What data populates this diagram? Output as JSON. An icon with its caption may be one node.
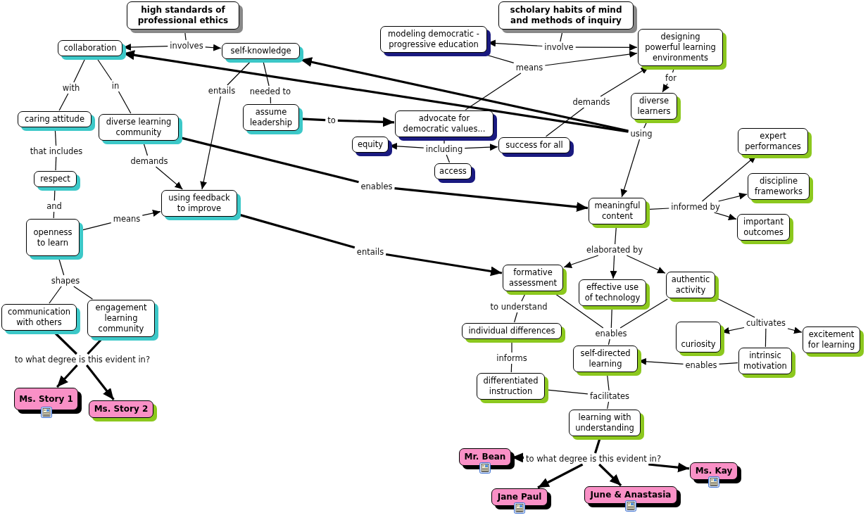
{
  "diagram": {
    "nodes": [
      {
        "text": [
          "high standards of professional ethics"
        ]
      },
      {
        "text": [
          "collaboration"
        ]
      },
      {
        "text": [
          "self-knowledge"
        ]
      },
      {
        "text": [
          "scholary habits of mind and methods of inquiry"
        ]
      },
      {
        "text": [
          "modeling democratic - progressive education"
        ]
      },
      {
        "text": [
          "designing powerful learning environments"
        ]
      },
      {
        "text": [
          "caring attitude"
        ]
      },
      {
        "text": [
          "diverse learning community"
        ]
      },
      {
        "text": [
          "assume leadership"
        ]
      },
      {
        "text": [
          "advocate for democratic values..."
        ]
      },
      {
        "text": [
          "diverse learners"
        ]
      },
      {
        "text": [
          "equity"
        ]
      },
      {
        "text": [
          "success for all"
        ]
      },
      {
        "text": [
          "access"
        ]
      },
      {
        "text": [
          "expert performances"
        ]
      },
      {
        "text": [
          "respect"
        ]
      },
      {
        "text": [
          "using feedback to improve"
        ]
      },
      {
        "text": [
          "meaningful content"
        ]
      },
      {
        "text": [
          "discipline frameworks"
        ]
      },
      {
        "text": [
          "important outcomes"
        ]
      },
      {
        "text": [
          "openness to learn"
        ]
      },
      {
        "text": [
          "formative assessment"
        ]
      },
      {
        "text": [
          "effective use of technology"
        ]
      },
      {
        "text": [
          "authentic activity"
        ]
      },
      {
        "text": [
          "communication with others"
        ]
      },
      {
        "text": [
          "engagement learning community"
        ]
      },
      {
        "text": [
          "individual differences"
        ]
      },
      {
        "text": [
          "curiosity"
        ]
      },
      {
        "text": [
          "excitement for learning"
        ]
      },
      {
        "text": [
          "self-directed learning"
        ]
      },
      {
        "text": [
          "intrinsic motivation"
        ]
      },
      {
        "text": [
          "differentiated instruction"
        ]
      },
      {
        "text": [
          "learning with understanding"
        ]
      },
      {
        "text": [
          "Ms. Story 1"
        ]
      },
      {
        "text": [
          "Ms. Story 2"
        ]
      },
      {
        "text": [
          "Mr. Bean"
        ]
      },
      {
        "text": [
          "Ms. Kay"
        ]
      },
      {
        "text": [
          "Jane Paul"
        ]
      },
      {
        "text": [
          "June & Anastasia"
        ]
      },
      {
        "text": [
          "involves"
        ]
      },
      {
        "text": [
          "involve"
        ]
      },
      {
        "text": [
          "means"
        ]
      },
      {
        "text": [
          "with"
        ]
      },
      {
        "text": [
          "in"
        ]
      },
      {
        "text": [
          "entails"
        ]
      },
      {
        "text": [
          "needed to"
        ]
      },
      {
        "text": [
          "to"
        ]
      },
      {
        "text": [
          "demands"
        ]
      },
      {
        "text": [
          "for"
        ]
      },
      {
        "text": [
          "using"
        ]
      },
      {
        "text": [
          "including"
        ]
      },
      {
        "text": [
          "that includes"
        ]
      },
      {
        "text": [
          "demands"
        ]
      },
      {
        "text": [
          "enables"
        ]
      },
      {
        "text": [
          "and"
        ]
      },
      {
        "text": [
          "means"
        ]
      },
      {
        "text": [
          "informed by"
        ]
      },
      {
        "text": [
          "elaborated by"
        ]
      },
      {
        "text": [
          "entails"
        ]
      },
      {
        "text": [
          "shapes"
        ]
      },
      {
        "text": [
          "to understand"
        ]
      },
      {
        "text": [
          "enables"
        ]
      },
      {
        "text": [
          "cultivates"
        ]
      },
      {
        "text": [
          "informs"
        ]
      },
      {
        "text": [
          "enables"
        ]
      },
      {
        "text": [
          "to what degree is this evident in?"
        ]
      },
      {
        "text": [
          "facilitates"
        ]
      },
      {
        "text": [
          "to what degree is this evident in?"
        ]
      }
    ],
    "edges": [
      {
        "from": 0,
        "to": 39,
        "arrow": "none"
      },
      {
        "from": 39,
        "to": 1,
        "arrow": "to"
      },
      {
        "from": 39,
        "to": 2,
        "arrow": "to"
      },
      {
        "from": 3,
        "to": 40,
        "arrow": "none"
      },
      {
        "from": 40,
        "to": 4,
        "arrow": "to"
      },
      {
        "from": 40,
        "to": 5,
        "arrow": "to"
      },
      {
        "from": 4,
        "to": 41,
        "arrow": "none"
      },
      {
        "from": 9,
        "to": 41,
        "arrow": "none"
      },
      {
        "from": 41,
        "to": 5,
        "arrow": "to"
      },
      {
        "from": 1,
        "to": 42,
        "arrow": "none"
      },
      {
        "from": 42,
        "to": 6,
        "arrow": "none"
      },
      {
        "from": 1,
        "to": 43,
        "arrow": "none"
      },
      {
        "from": 43,
        "to": 7,
        "arrow": "none"
      },
      {
        "from": 2,
        "to": 44,
        "arrow": "none"
      },
      {
        "from": 44,
        "to": 16,
        "arrow": "to"
      },
      {
        "from": 2,
        "to": 45,
        "arrow": "none"
      },
      {
        "from": 45,
        "to": 8,
        "arrow": "none"
      },
      {
        "from": 8,
        "to": 46,
        "arrow": "none",
        "style": "thick"
      },
      {
        "from": 46,
        "to": 9,
        "arrow": "to",
        "style": "thick"
      },
      {
        "from": 12,
        "to": 47,
        "arrow": "none"
      },
      {
        "from": 47,
        "to": 5,
        "arrow": "to"
      },
      {
        "from": 5,
        "to": 48,
        "arrow": "none"
      },
      {
        "from": 48,
        "to": 10,
        "arrow": "to"
      },
      {
        "from": 10,
        "to": 49,
        "arrow": "none"
      },
      {
        "from": 49,
        "to": 17,
        "arrow": "to"
      },
      {
        "from": 49,
        "to": 2,
        "arrow": "to",
        "style": "thick"
      },
      {
        "from": 49,
        "to": 1,
        "arrow": "to",
        "style": "thick"
      },
      {
        "from": 9,
        "to": 50,
        "arrow": "none"
      },
      {
        "from": 50,
        "to": 11,
        "arrow": "to"
      },
      {
        "from": 50,
        "to": 12,
        "arrow": "to"
      },
      {
        "from": 50,
        "to": 13,
        "arrow": "none"
      },
      {
        "from": 6,
        "to": 51,
        "arrow": "none"
      },
      {
        "from": 51,
        "to": 15,
        "arrow": "none"
      },
      {
        "from": 7,
        "to": 52,
        "arrow": "none"
      },
      {
        "from": 52,
        "to": 16,
        "arrow": "to"
      },
      {
        "from": 7,
        "to": 53,
        "arrow": "none",
        "style": "thick"
      },
      {
        "from": 53,
        "to": 17,
        "arrow": "to",
        "style": "thick"
      },
      {
        "from": 15,
        "to": 54,
        "arrow": "none"
      },
      {
        "from": 54,
        "to": 20,
        "arrow": "none"
      },
      {
        "from": 20,
        "to": 55,
        "arrow": "none"
      },
      {
        "from": 55,
        "to": 16,
        "arrow": "to"
      },
      {
        "from": 17,
        "to": 56,
        "arrow": "none"
      },
      {
        "from": 56,
        "to": 14,
        "arrow": "to"
      },
      {
        "from": 56,
        "to": 18,
        "arrow": "to"
      },
      {
        "from": 56,
        "to": 19,
        "arrow": "to"
      },
      {
        "from": 17,
        "to": 57,
        "arrow": "none"
      },
      {
        "from": 57,
        "to": 21,
        "arrow": "to"
      },
      {
        "from": 57,
        "to": 22,
        "arrow": "to"
      },
      {
        "from": 57,
        "to": 23,
        "arrow": "to"
      },
      {
        "from": 16,
        "to": 58,
        "arrow": "none",
        "style": "thick"
      },
      {
        "from": 58,
        "to": 21,
        "arrow": "to",
        "style": "thick"
      },
      {
        "from": 20,
        "to": 59,
        "arrow": "none"
      },
      {
        "from": 59,
        "to": 24,
        "arrow": "none"
      },
      {
        "from": 59,
        "to": 25,
        "arrow": "none"
      },
      {
        "from": 21,
        "to": 60,
        "arrow": "none"
      },
      {
        "from": 60,
        "to": 26,
        "arrow": "none"
      },
      {
        "from": 21,
        "to": 61,
        "arrow": "none"
      },
      {
        "from": 22,
        "to": 61,
        "arrow": "none"
      },
      {
        "from": 23,
        "to": 61,
        "arrow": "none"
      },
      {
        "from": 61,
        "to": 29,
        "arrow": "none"
      },
      {
        "from": 23,
        "to": 62,
        "arrow": "none"
      },
      {
        "from": 62,
        "to": 27,
        "arrow": "to"
      },
      {
        "from": 62,
        "to": 28,
        "arrow": "to"
      },
      {
        "from": 62,
        "to": 30,
        "arrow": "none"
      },
      {
        "from": 26,
        "to": 63,
        "arrow": "none"
      },
      {
        "from": 63,
        "to": 31,
        "arrow": "none"
      },
      {
        "from": 30,
        "to": 64,
        "arrow": "none"
      },
      {
        "from": 64,
        "to": 29,
        "arrow": "to"
      },
      {
        "from": 24,
        "to": 65,
        "arrow": "none",
        "style": "thick"
      },
      {
        "from": 25,
        "to": 65,
        "arrow": "none",
        "style": "thick"
      },
      {
        "from": 65,
        "to": 33,
        "arrow": "to",
        "style": "thick"
      },
      {
        "from": 65,
        "to": 34,
        "arrow": "to",
        "style": "thick"
      },
      {
        "from": 29,
        "to": 66,
        "arrow": "none"
      },
      {
        "from": 31,
        "to": 66,
        "arrow": "none"
      },
      {
        "from": 66,
        "to": 32,
        "arrow": "none"
      },
      {
        "from": 32,
        "to": 67,
        "arrow": "none",
        "style": "thick"
      },
      {
        "from": 67,
        "to": 35,
        "arrow": "to",
        "style": "thick"
      },
      {
        "from": 67,
        "to": 37,
        "arrow": "to",
        "style": "thick"
      },
      {
        "from": 67,
        "to": 38,
        "arrow": "to",
        "style": "thick"
      },
      {
        "from": 67,
        "to": 36,
        "arrow": "to",
        "style": "thick"
      }
    ]
  }
}
